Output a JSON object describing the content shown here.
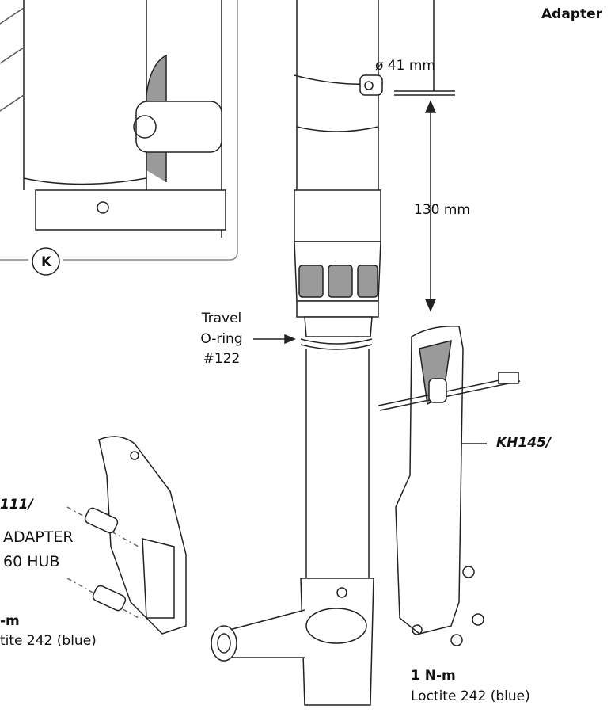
{
  "labels": {
    "adapter_top": "Adapter",
    "diameter": "ø 41 mm",
    "length": "130 mm",
    "detail_callout": "K",
    "travel_line1": "Travel",
    "travel_line2": "O-ring",
    "travel_line3": "#122",
    "part_kh145": "KH145/",
    "part_left": "111/",
    "adapter_line1": "ADAPTER",
    "adapter_line2": "60 HUB",
    "torque_left": "-m",
    "loctite_left": "tite 242 (blue)",
    "torque_right": "1 N-m",
    "loctite_right": "Loctite 242 (blue)"
  },
  "colors": {
    "line": "#222222",
    "fill": "#ffffff",
    "shade": "#9a9a9a",
    "frame": "#888888"
  }
}
